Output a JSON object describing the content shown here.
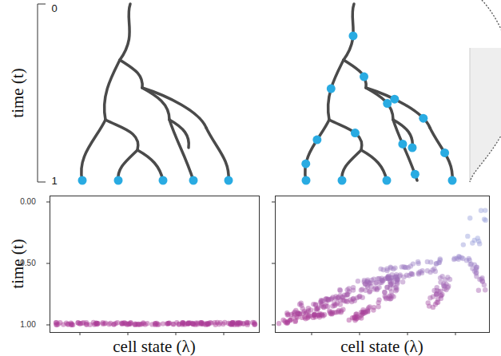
{
  "diagram": {
    "labels": [
      "0",
      "time (t)",
      "1",
      "0.00",
      "time (t)",
      "0.50",
      "1.00",
      "cell state (λ)",
      "cell state (λ)"
    ]
  }
}
